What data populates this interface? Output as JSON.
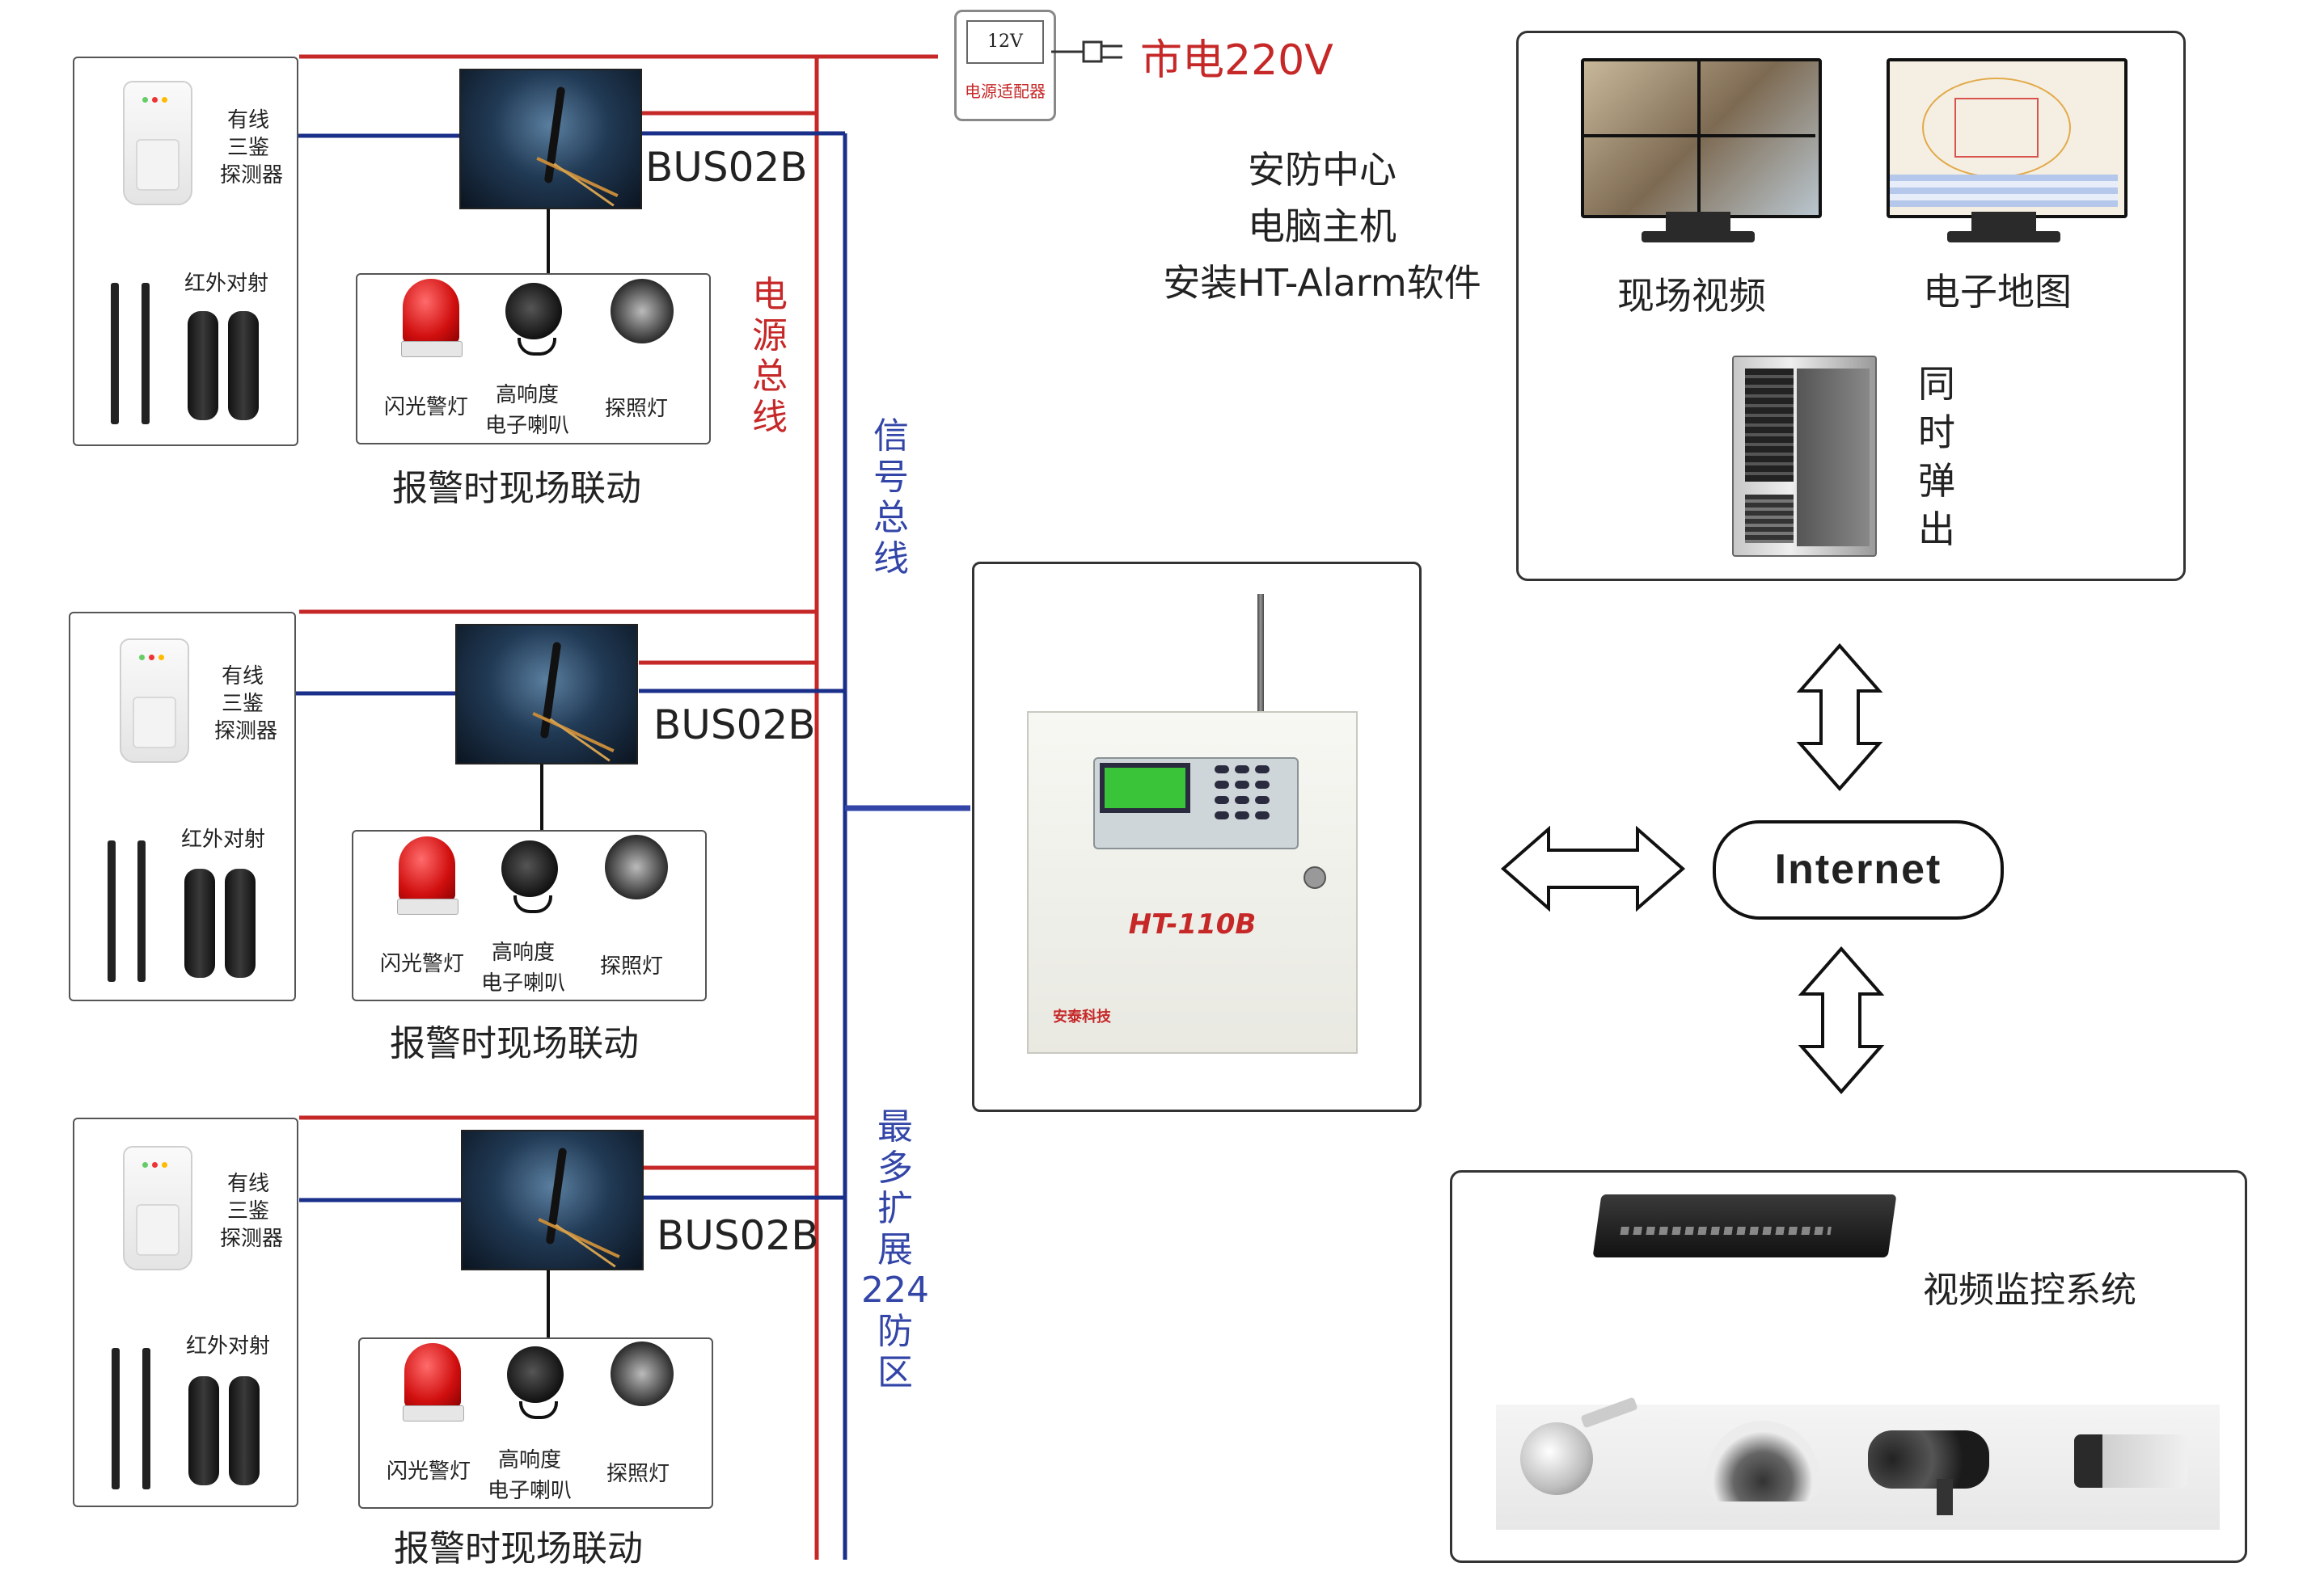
{
  "mains": {
    "label": "市电220V",
    "adapter_voltage": "12V",
    "adapter_label": "电源适配器"
  },
  "bus_labels": {
    "power": [
      "电",
      "源",
      "总",
      "线"
    ],
    "signal": [
      "信",
      "号",
      "总",
      "线"
    ],
    "max": [
      "最",
      "多",
      "扩",
      "展",
      "224",
      "防",
      "区"
    ]
  },
  "zones": [
    {
      "module": "BUS02B",
      "pir_label": [
        "有线",
        "三鉴",
        "探测器"
      ],
      "beam_label": "红外对射",
      "strobe": "闪光警灯",
      "horn": [
        "高响度",
        "电子喇叭"
      ],
      "lamp": "探照灯",
      "caption": "报警时现场联动"
    },
    {
      "module": "BUS02B",
      "pir_label": [
        "有线",
        "三鉴",
        "探测器"
      ],
      "beam_label": "红外对射",
      "strobe": "闪光警灯",
      "horn": [
        "高响度",
        "电子喇叭"
      ],
      "lamp": "探照灯",
      "caption": "报警时现场联动"
    },
    {
      "module": "BUS02B",
      "pir_label": [
        "有线",
        "三鉴",
        "探测器"
      ],
      "beam_label": "红外对射",
      "strobe": "闪光警灯",
      "horn": [
        "高响度",
        "电子喇叭"
      ],
      "lamp": "探照灯",
      "caption": "报警时现场联动"
    }
  ],
  "host_text": [
    "安防中心",
    "电脑主机",
    "安装HT-Alarm软件"
  ],
  "center": {
    "video": "现场视频",
    "map": "电子地图",
    "popup": [
      "同",
      "时",
      "弹",
      "出"
    ]
  },
  "internet": "Internet",
  "panel": {
    "model": "HT-110B",
    "brand": "安泰科技"
  },
  "vms": {
    "label": "视频监控系统"
  },
  "colors": {
    "power_bus": "#c62828",
    "signal_bus": "#1a2f8a",
    "accent_text_red": "#c62828",
    "accent_text_blue": "#3346a8"
  }
}
